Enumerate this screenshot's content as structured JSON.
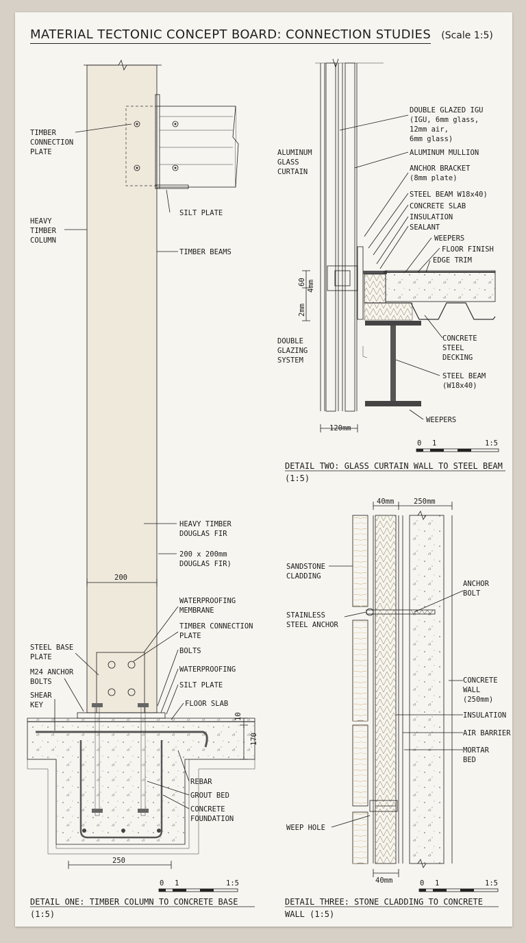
{
  "title": "MATERIAL TECTONIC CONCEPT BOARD: CONNECTION STUDIES",
  "scale": "(Scale 1:5)",
  "detail_one": {
    "caption_line1": "DETAIL ONE: TIMBER COLUMN TO CONCRETE BASE",
    "caption_line2": "(1:5)",
    "labels": {
      "timber_connection_plate_top": [
        "TIMBER",
        "CONNECTION",
        "PLATE"
      ],
      "heavy_timber_column": [
        "HEAVY",
        "TIMBER",
        "COLUMN"
      ],
      "silt_plate_top": "SILT PLATE",
      "timber_beams": "TIMBER BEAMS",
      "heavy_timber_douglas_fir": [
        "HEAVY TIMBER",
        "DOUGLAS FIR"
      ],
      "section_size": [
        "200 x 200mm",
        "DOUGLAS FIR)"
      ],
      "waterproofing_membrane": [
        "WATERPROOFING",
        "MEMBRANE"
      ],
      "timber_connection_plate_base": [
        "TIMBER CONNECTION",
        "PLATE"
      ],
      "bolts": "BOLTS",
      "waterproofing": "WATERPROOFING",
      "silt_plate_base": "SILT PLATE",
      "floor_slab": "FLOOR SLAB",
      "steel_base_plate": [
        "STEEL BASE",
        "PLATE"
      ],
      "m24_anchor_bolts": [
        "M24 ANCHOR",
        "BOLTS"
      ],
      "shear_key": [
        "SHEAR",
        "KEY"
      ],
      "rebar": "REBAR",
      "grout_bed": "GROUT BED",
      "concrete_foundation": [
        "CONCRETE",
        "FOUNDATION"
      ]
    },
    "dims": {
      "column_width": "200",
      "slab_depth": "170",
      "slab_top": "10",
      "footing_width": "250"
    },
    "scale_bar": {
      "zero": "0",
      "one": "1",
      "ratio": "1:5"
    }
  },
  "detail_two": {
    "caption_line1": "DETAIL TWO: GLASS CURTAIN WALL TO STEEL BEAM",
    "caption_line2": "(1:5)",
    "labels": {
      "double_glazed_igu": [
        "DOUBLE GLAZED IGU",
        "(IGU, 6mm glass,",
        "12mm air,",
        "6mm glass)"
      ],
      "aluminum_mullion": "ALUMINUM MULLION",
      "anchor_bracket": [
        "ANCHOR BRACKET",
        "(8mm plate)"
      ],
      "steel_beam_top": "STEEL BEAM W18x40)",
      "concrete_slab": "CONCRETE SLAB",
      "insulation": "INSULATION",
      "sealant": "SEALANT",
      "weepers_top": "WEEPERS",
      "floor_finish": "FLOOR FINISH",
      "edge_trim": "EDGE TRIM",
      "aluminum_glass_curtain": [
        "ALUMINUM",
        "GLASS",
        "CURTAIN"
      ],
      "double_glazing_system": [
        "DOUBLE",
        "GLAZING",
        "SYSTEM"
      ],
      "concrete_steel_decking": [
        "CONCRETE",
        "STEEL",
        "DECKING"
      ],
      "steel_beam_bottom": [
        "STEEL BEAM",
        "(W18x40)"
      ],
      "weepers_bottom": "WEEPERS"
    },
    "dims": {
      "side_60": "60",
      "side_4": "4mm",
      "side_2": "2mm",
      "bottom": "120mm"
    },
    "scale_bar": {
      "zero": "0",
      "one": "1",
      "ratio": "1:5"
    }
  },
  "detail_three": {
    "caption_line1": "DETAIL THREE: STONE CLADDING TO CONCRETE",
    "caption_line2": "WALL (1:5)",
    "labels": {
      "sandstone_cladding": [
        "SANDSTONE",
        "CLADDING"
      ],
      "stainless_steel_anchor": [
        "STAINLESS",
        "STEEL ANCHOR"
      ],
      "anchor_bolt": [
        "ANCHOR",
        "BOLT"
      ],
      "concrete_wall": [
        "CONCRETE",
        "WALL",
        "(250mm)"
      ],
      "insulation": "INSULATION",
      "air_barrier": "AIR BARRIER",
      "mortar_bed": [
        "MORTAR",
        "BED"
      ],
      "weep_hole": "WEEP HOLE"
    },
    "dims": {
      "top_40": "40mm",
      "top_250": "250mm",
      "bottom_40": "40mm"
    },
    "scale_bar": {
      "zero": "0",
      "one": "1",
      "ratio": "1:5"
    }
  }
}
